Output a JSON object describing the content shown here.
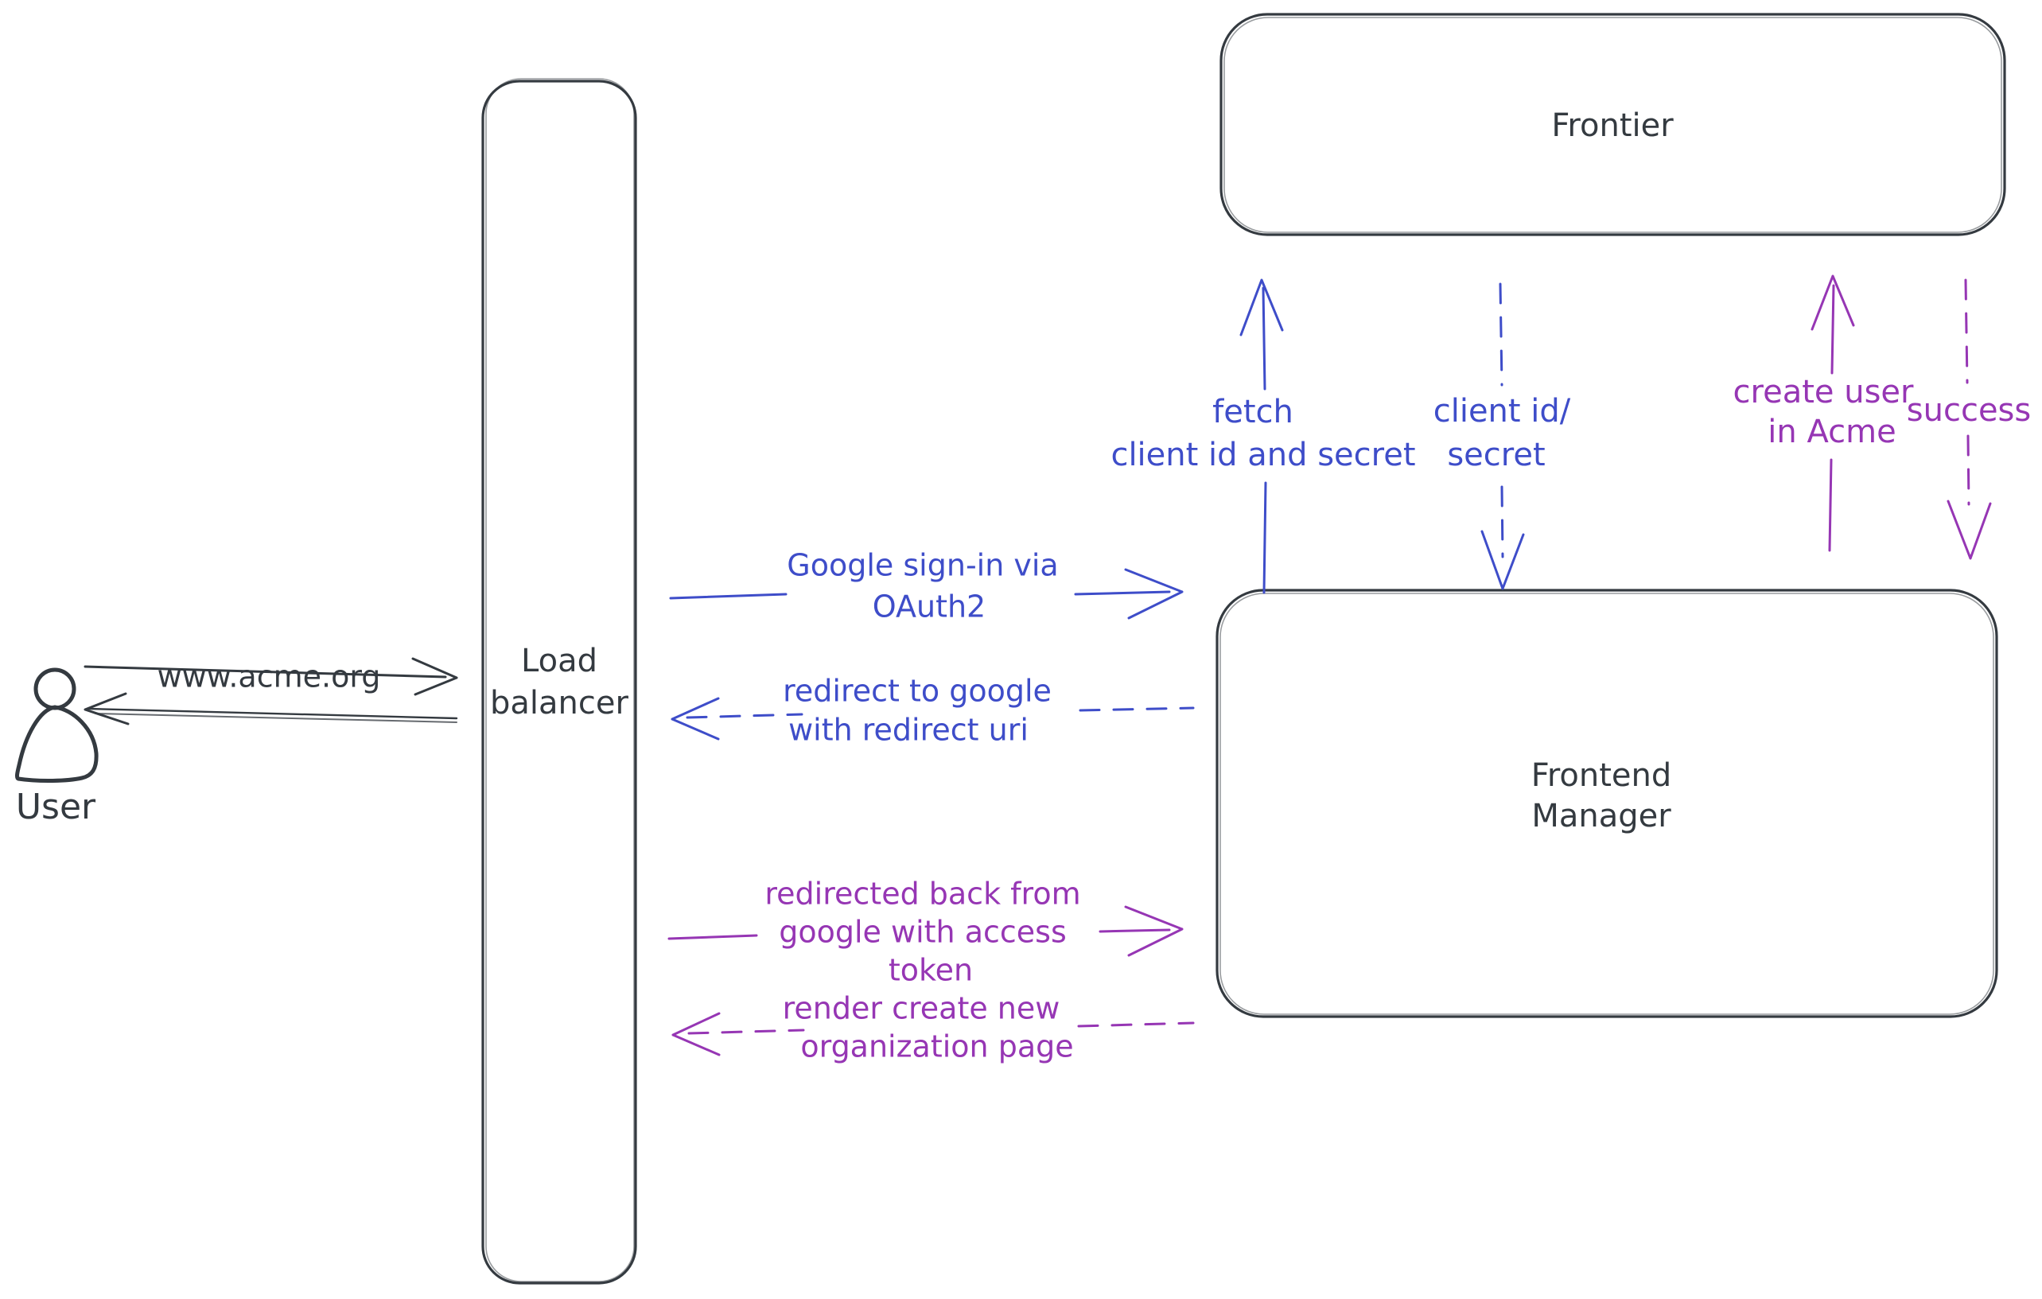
{
  "diagram": {
    "colors": {
      "ink": "#343a40",
      "blue": "#3e4dc9",
      "purple": "#9636b4",
      "hatch": "#c5cedb",
      "background": "#ffffff"
    },
    "nodes": {
      "user": {
        "label": "User"
      },
      "load_balancer": {
        "lines": [
          "Load",
          "balancer"
        ]
      },
      "frontier": {
        "label": "Frontier"
      },
      "frontend_manager": {
        "lines": [
          "Frontend",
          "Manager"
        ]
      }
    },
    "edges": {
      "www_acme": {
        "label": "www.acme.org"
      },
      "google_signin": {
        "lines": [
          "Google sign-in via",
          "OAuth2"
        ]
      },
      "redirect_to_google": {
        "lines": [
          "redirect to google",
          "with redirect uri"
        ]
      },
      "redirected_back": {
        "lines": [
          "redirected back from",
          "google with access",
          "token"
        ]
      },
      "render_org_page": {
        "lines": [
          "render create new",
          "organization page"
        ]
      },
      "fetch_client": {
        "lines": [
          "fetch",
          "client id and secret"
        ]
      },
      "client_id_secret": {
        "lines": [
          "client id/",
          "secret"
        ]
      },
      "create_user": {
        "lines": [
          "create user",
          "in Acme"
        ]
      },
      "success": {
        "label": "success"
      }
    }
  }
}
